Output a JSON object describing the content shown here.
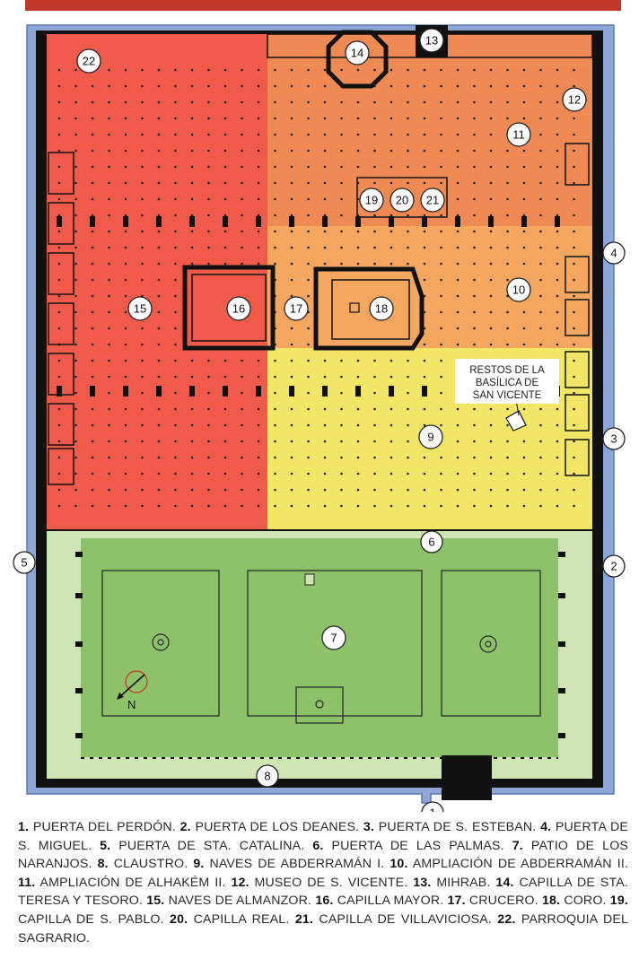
{
  "colors": {
    "outer_wall": "#8da6d6",
    "zone_almanzor": "#ef5a4a",
    "zone_alhakem": "#f08a55",
    "zone_abderraman_ii": "#f5a760",
    "zone_abderraman_i": "#f2e666",
    "patio": "#8dc26a",
    "claustro": "#cfe6b4",
    "walls": "#111111"
  },
  "markers": {
    "m1": "1",
    "m2": "2",
    "m3": "3",
    "m4": "4",
    "m5": "5",
    "m6": "6",
    "m7": "7",
    "m8": "8",
    "m9": "9",
    "m10": "10",
    "m11": "11",
    "m12": "12",
    "m13": "13",
    "m14": "14",
    "m15": "15",
    "m16": "16",
    "m17": "17",
    "m18": "18",
    "m19": "19",
    "m20": "20",
    "m21": "21",
    "m22": "22"
  },
  "annotation": {
    "line1": "RESTOS DE LA",
    "line2": "BASÍLICA DE",
    "line3": "SAN VICENTE"
  },
  "compass": {
    "label": "N"
  },
  "legend": [
    {
      "num": "1.",
      "text": "PUERTA DEL PERDÓN."
    },
    {
      "num": "2.",
      "text": "PUERTA DE LOS DEANES."
    },
    {
      "num": "3.",
      "text": "PUERTA DE S. ESTEBAN."
    },
    {
      "num": "4.",
      "text": "PUERTA DE S. MIGUEL."
    },
    {
      "num": "5.",
      "text": "PUERTA DE STA. CATALINA."
    },
    {
      "num": "6.",
      "text": "PUERTA DE LAS PALMAS."
    },
    {
      "num": "7.",
      "text": "PATIO DE LOS NARANJOS."
    },
    {
      "num": "8.",
      "text": "CLAUSTRO."
    },
    {
      "num": "9.",
      "text": "NAVES DE ABDERRAMÁN I."
    },
    {
      "num": "10.",
      "text": "AMPLIACIÓN DE ABDERRAMÁN II."
    },
    {
      "num": "11.",
      "text": "AMPLIACIÓN DE ALHAKÉM II."
    },
    {
      "num": "12.",
      "text": "MUSEO DE S. VICENTE."
    },
    {
      "num": "13.",
      "text": "MIHRAB."
    },
    {
      "num": "14.",
      "text": "CAPILLA DE STA. TERESA Y TESORO."
    },
    {
      "num": "15.",
      "text": "NAVES DE ALMANZOR."
    },
    {
      "num": "16.",
      "text": "CAPILLA MAYOR."
    },
    {
      "num": "17.",
      "text": "CRUCERO."
    },
    {
      "num": "18.",
      "text": "CORO."
    },
    {
      "num": "19.",
      "text": "CAPILLA DE S. PABLO."
    },
    {
      "num": "20.",
      "text": "CAPILLA REAL."
    },
    {
      "num": "21.",
      "text": "CAPILLA DE VILLAVICIOSA."
    },
    {
      "num": "22.",
      "text": "PARROQUIA DEL SAGRARIO."
    }
  ]
}
